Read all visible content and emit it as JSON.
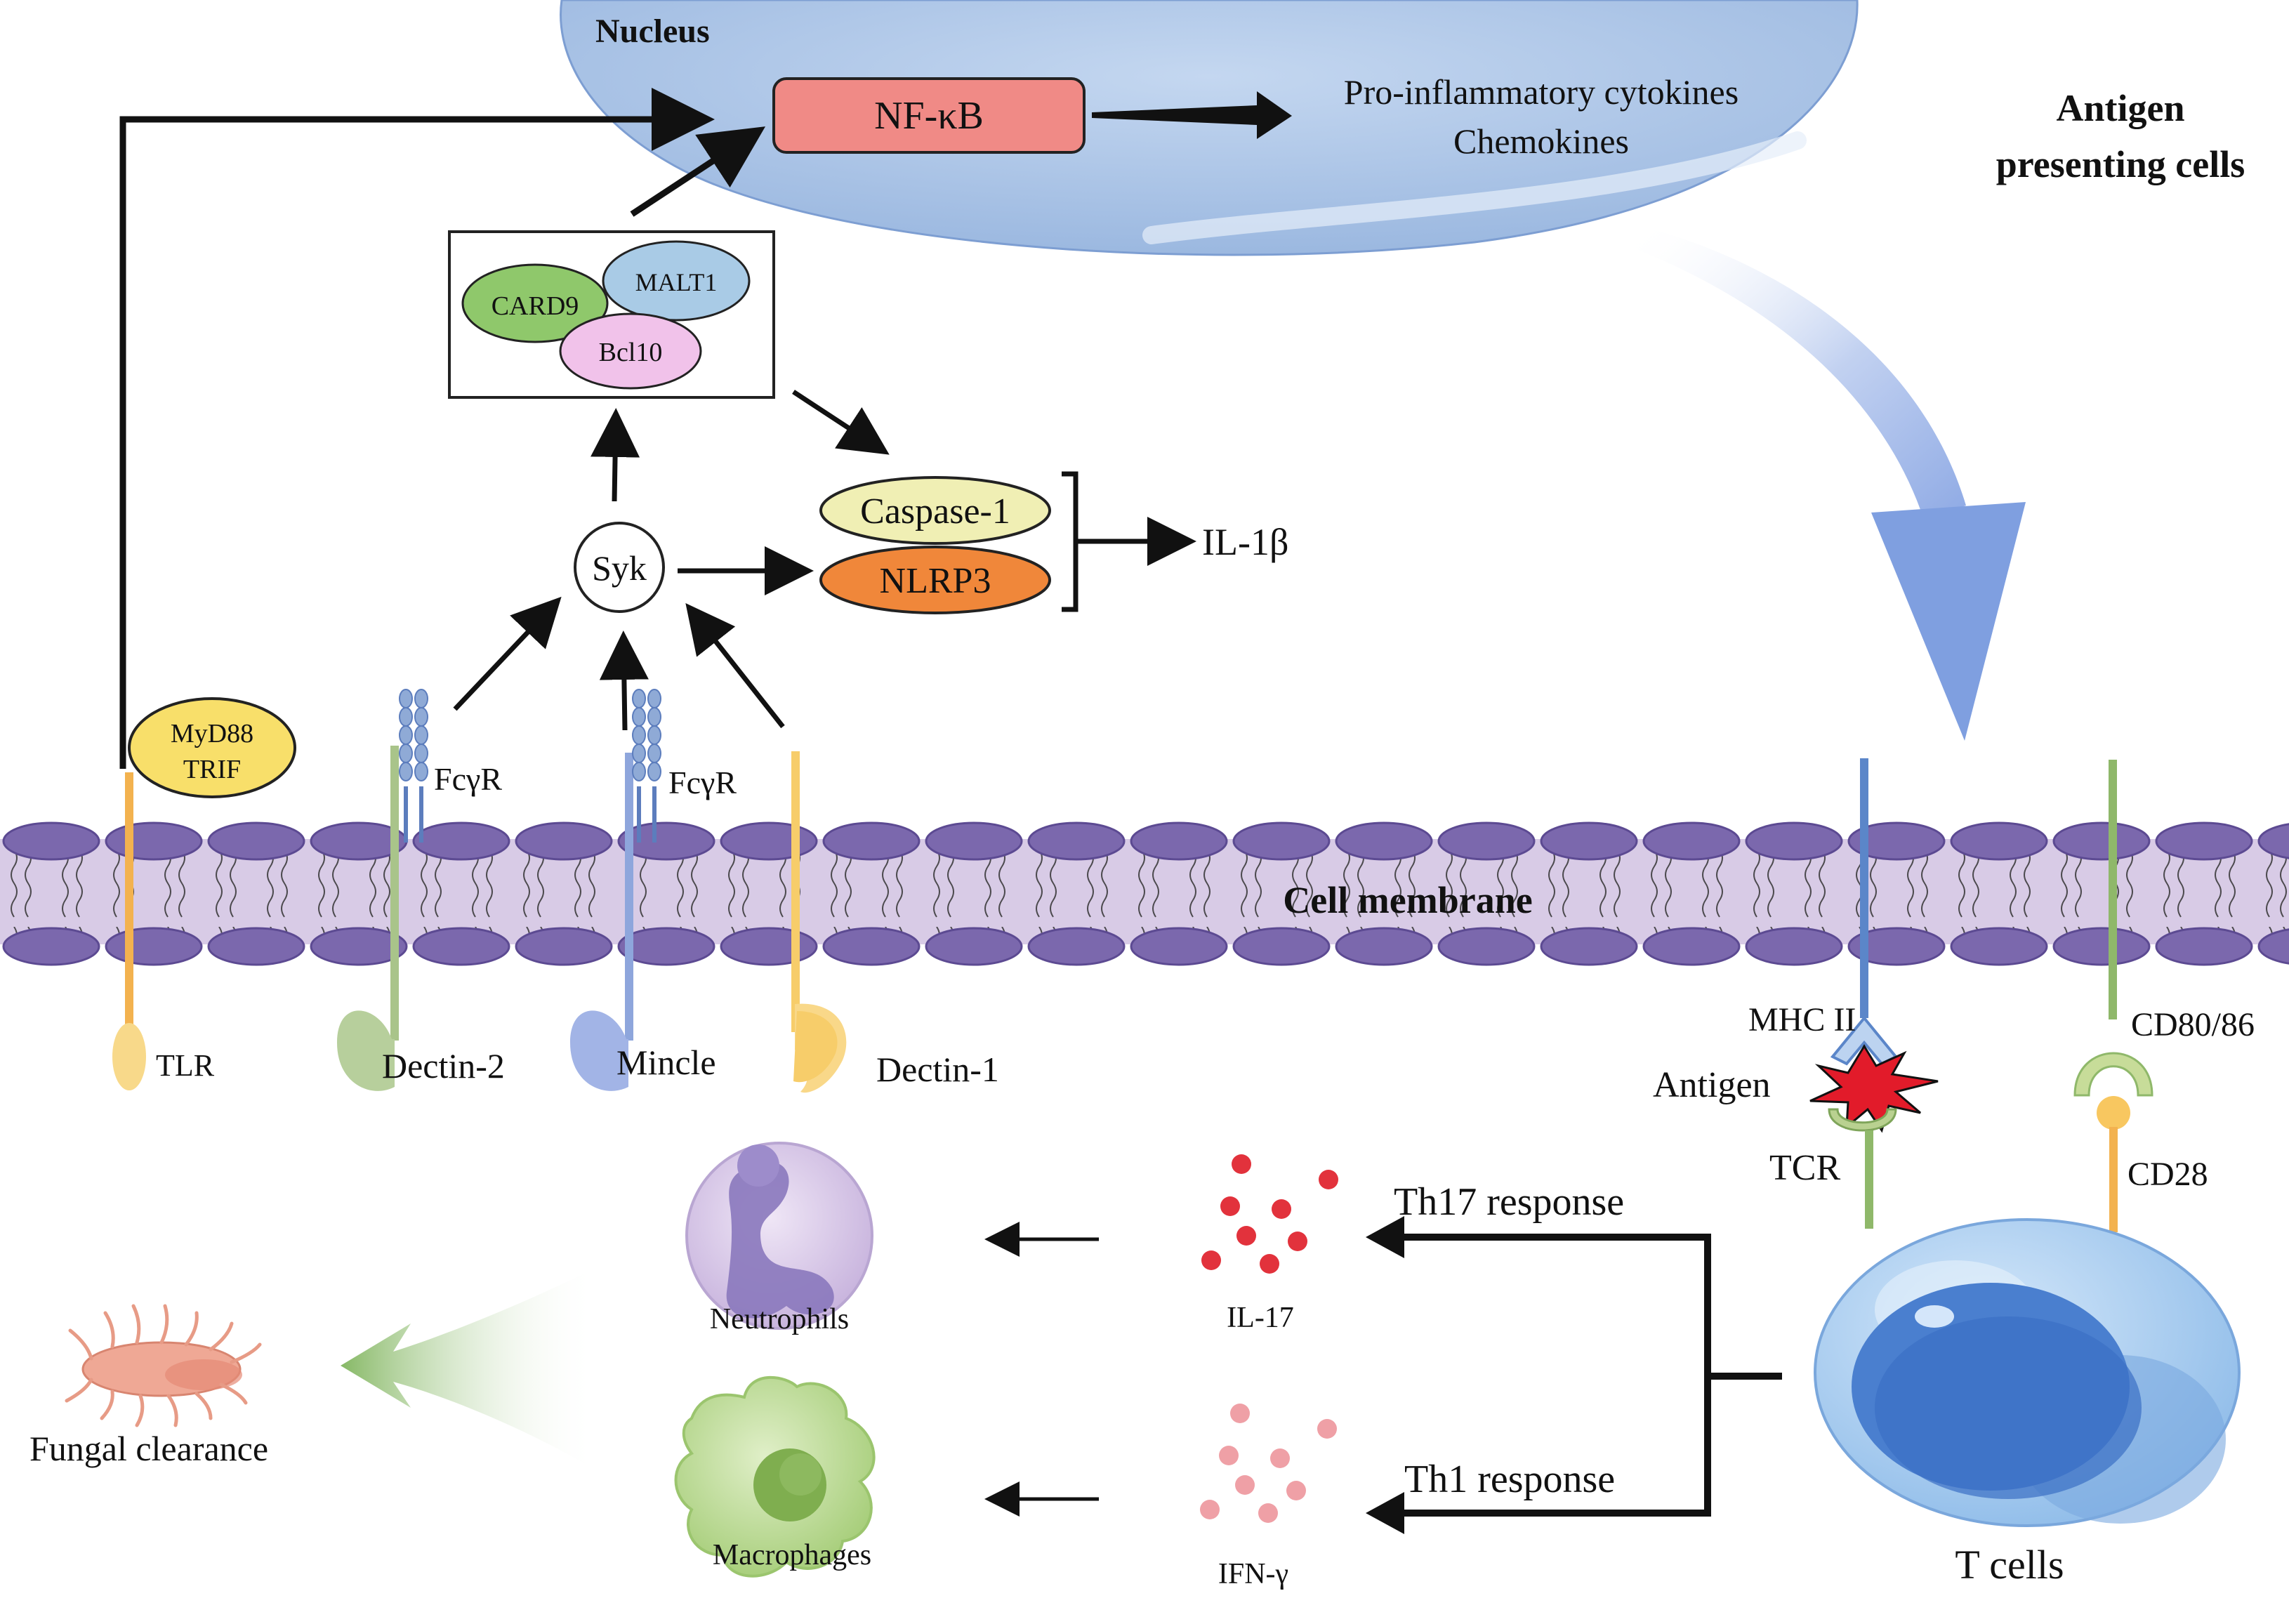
{
  "labels": {
    "nucleus": "Nucleus",
    "nfkb": "NF-κB",
    "cytokines": "Pro-inflammatory cytokines",
    "chemokines": "Chemokines",
    "apc_line1": "Antigen",
    "apc_line2": "presenting cells",
    "card9": "CARD9",
    "malt1": "MALT1",
    "bcl10": "Bcl10",
    "caspase1": "Caspase-1",
    "nlrp3": "NLRP3",
    "il1b": "IL-1β",
    "syk": "Syk",
    "myd88": "MyD88",
    "trif": "TRIF",
    "fcgr1": "FcγR",
    "fcgr2": "FcγR",
    "membrane": "Cell membrane",
    "tlr": "TLR",
    "dectin2": "Dectin-2",
    "mincle": "Mincle",
    "dectin1": "Dectin-1",
    "mhc2": "MHC II",
    "antigen": "Antigen",
    "tcr": "TCR",
    "cd8086": "CD80/86",
    "cd28": "CD28",
    "th17": "Th17 response",
    "th1": "Th1 response",
    "il17": "IL-17",
    "ifng": "IFN-γ",
    "neutrophils": "Neutrophils",
    "macrophages": "Macrophages",
    "fungal": "Fungal clearance",
    "tcells": "T cells"
  },
  "colors": {
    "nucleus": "#a9c3e6",
    "nfkb_fill": "#f08a86",
    "card9": "#8fc86b",
    "malt1": "#a9cbe6",
    "bcl10": "#f1c2ea",
    "caspase1": "#f0efb4",
    "nlrp3": "#f0873a",
    "myd88": "#f8df6a",
    "membrane_head": "#7b68ad",
    "membrane_core": "#d8cbe6",
    "tlr": "#f3b24f",
    "dectin2": "#a9c48a",
    "mincle": "#8ea6dc",
    "dectin1": "#f7cd6a",
    "il17_dot": "#e2323c",
    "ifng_dot": "#efa0a6",
    "tcell": "#a9cdf1",
    "green_arrow": "#8bbd69"
  }
}
